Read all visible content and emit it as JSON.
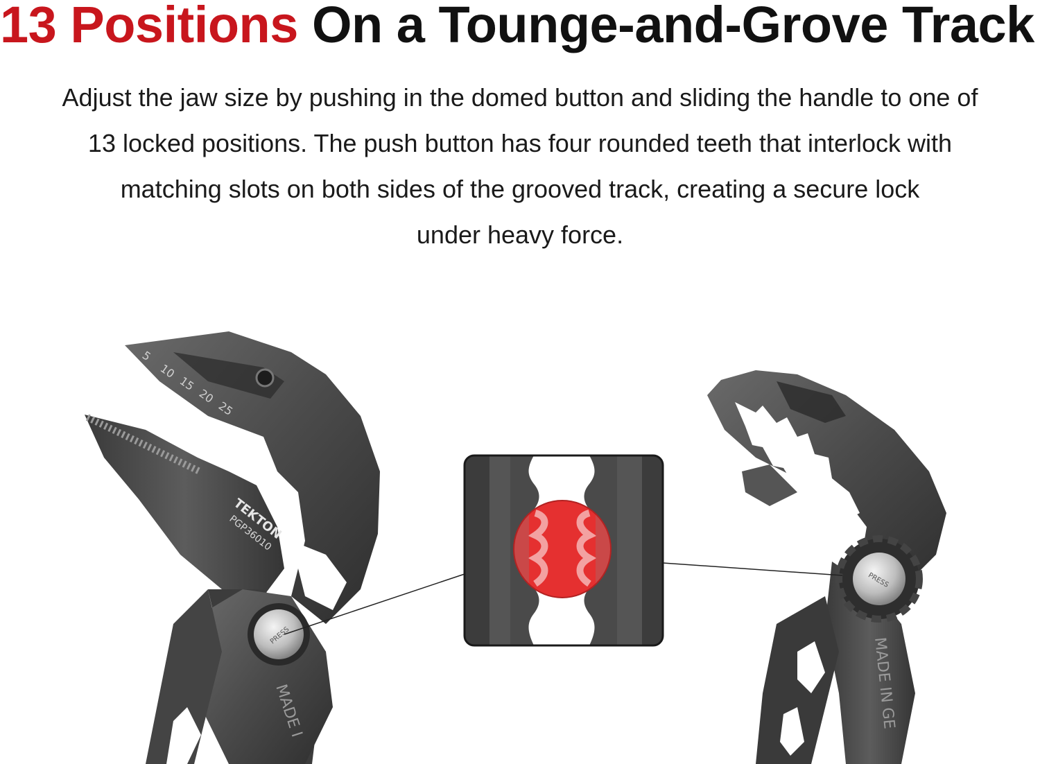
{
  "header": {
    "title_accent": "13 Positions",
    "title_rest": "On a Tounge-and-Grove Track",
    "accent_color": "#c8161d",
    "text_color": "#111111"
  },
  "description": {
    "lines": [
      "Adjust the jaw size by pushing in the domed button and sliding the handle to one of",
      "13 locked positions. The push button has four rounded teeth that interlock with",
      "matching slots on both sides of the grooved track, creating a secure lock",
      "under heavy force."
    ]
  },
  "left_tool": {
    "scale_marks": [
      "5",
      "10",
      "15",
      "20",
      "25"
    ],
    "brand": "TEKTON",
    "model": "PGP36010",
    "button_text": "PRESS",
    "handle_text": "MADE I"
  },
  "right_tool": {
    "button_text": "PRESS",
    "handle_text": "MADE IN GE"
  },
  "inset": {
    "highlight_color": "#e53030",
    "icon": "track-button-closeup-icon"
  }
}
